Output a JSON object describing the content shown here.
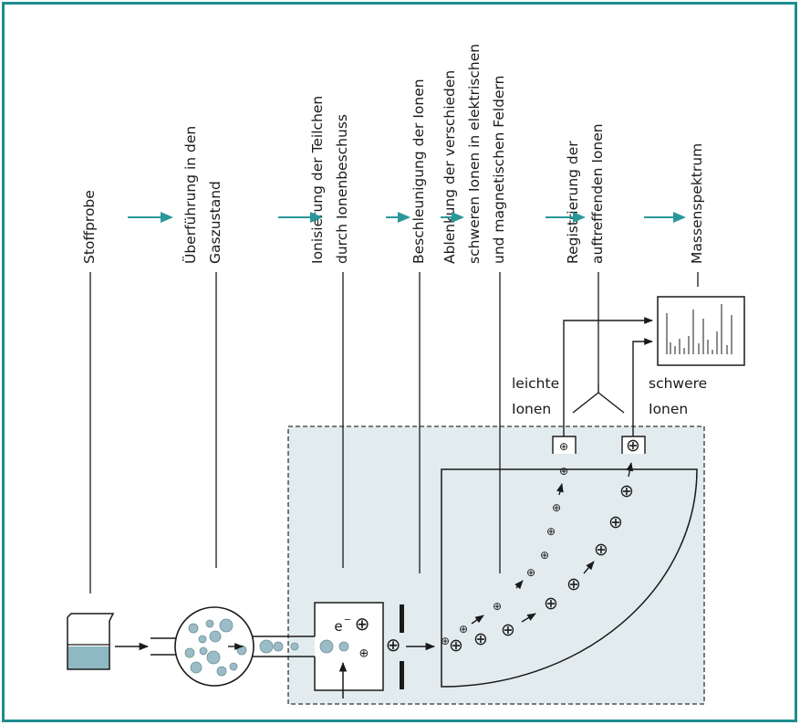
{
  "colors": {
    "frame": "#1f8d8f",
    "arrow_teal": "#2a9799",
    "apparatus_fill": "#e2ecee",
    "liquid": "#8db8c4",
    "particle": "#9bbcc6",
    "line": "#1a1a1a"
  },
  "steps": [
    {
      "lines": [
        "Stoffprobe"
      ]
    },
    {
      "lines": [
        "Überführung in den",
        "Gaszustand"
      ]
    },
    {
      "lines": [
        "Ionisierung der Teilchen",
        "durch Ionenbeschuss"
      ]
    },
    {
      "lines": [
        "Beschleunigung der Ionen"
      ]
    },
    {
      "lines": [
        "Ablenkung der verschieden",
        "schweren Ionen in elektrischen",
        "und magnetischen Feldern"
      ]
    },
    {
      "lines": [
        "Registrierung der",
        "auftreffenden Ionen"
      ]
    },
    {
      "lines": [
        "Massenspektrum"
      ]
    }
  ],
  "labels": {
    "light_ions": [
      "leichte",
      "Ionen"
    ],
    "heavy_ions": [
      "schwere",
      "Ionen"
    ],
    "electron": "e",
    "electron_sup": "−",
    "ion_symbol": "⊕"
  },
  "icons": {
    "beaker": "beaker-icon",
    "flask": "round-flask-icon",
    "spectrum": "mass-spectrum-icon"
  }
}
